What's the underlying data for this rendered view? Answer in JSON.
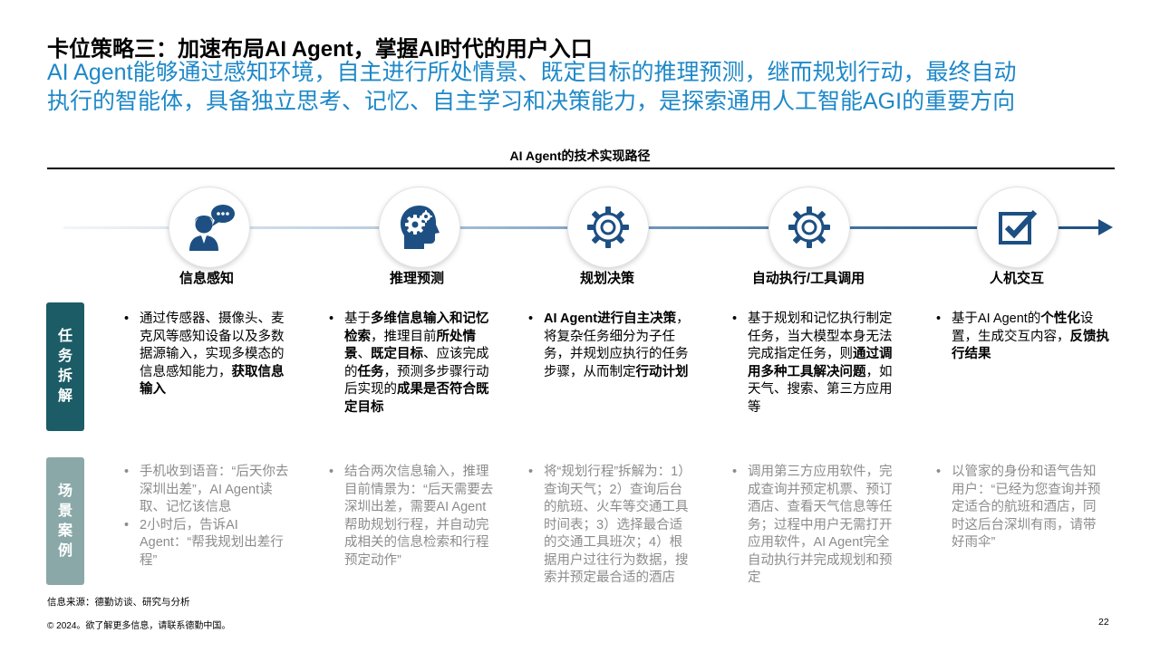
{
  "header": {
    "title": "卡位策略三：加速布局AI Agent，掌握AI时代的用户入口",
    "subtitle_lines": [
      "AI Agent能够通过感知环境，自主进行所处情景、既定目标的推理预测，继而规划行动，最终自动",
      "执行的智能体，具备独立思考、记忆、自主学习和决策能力，是探索通用人工智能AGI的重要方向"
    ]
  },
  "diagram": {
    "title": "AI Agent的技术实现路径",
    "steps": [
      {
        "label": "信息感知",
        "icon": "person-speech-bubble-icon"
      },
      {
        "label": "推理预测",
        "icon": "head-gears-icon"
      },
      {
        "label": "规划决策",
        "icon": "gear-icon"
      },
      {
        "label": "自动执行/工具调用",
        "icon": "gear-icon"
      },
      {
        "label": "人机交互",
        "icon": "checkbox-icon"
      }
    ]
  },
  "rows": {
    "task": {
      "label": [
        "任",
        "务",
        "拆",
        "解"
      ]
    },
    "case": {
      "label": [
        "场",
        "景",
        "案",
        "例"
      ]
    }
  },
  "tasks": [
    {
      "items": [
        [
          {
            "t": "通过传感器、摄像头、麦克风等感知设备以及多数据源输入，实现多模态的信息感知能力，"
          },
          {
            "t": "获取信息输入",
            "b": true
          }
        ]
      ]
    },
    {
      "items": [
        [
          {
            "t": "基于"
          },
          {
            "t": "多维信息输入和记忆检索",
            "b": true
          },
          {
            "t": "，推理目前"
          },
          {
            "t": "所处情景",
            "b": true
          },
          {
            "t": "、"
          },
          {
            "t": "既定目标",
            "b": true
          },
          {
            "t": "、应该完成的"
          },
          {
            "t": "任务",
            "b": true
          },
          {
            "t": "，预测多步骤行动后实现的"
          },
          {
            "t": "成果是否符合既定目标",
            "b": true
          }
        ]
      ]
    },
    {
      "items": [
        [
          {
            "t": "AI Agent进行自主决策",
            "b": true
          },
          {
            "t": "，将复杂任务细分为子任务，并规划应执行的任务步骤，从而制定"
          },
          {
            "t": "行动计划",
            "b": true
          }
        ]
      ]
    },
    {
      "items": [
        [
          {
            "t": "基于规划和记忆执行制定任务，当大模型本身无法完成指定任务，则"
          },
          {
            "t": "通过调用多种工具解决问题",
            "b": true
          },
          {
            "t": "，如天气、搜索、第三方应用等"
          }
        ]
      ]
    },
    {
      "items": [
        [
          {
            "t": "基于AI Agent的"
          },
          {
            "t": "个性化",
            "b": true
          },
          {
            "t": "设置，生成交互内容，"
          },
          {
            "t": "反馈执行结果",
            "b": true
          }
        ]
      ]
    }
  ],
  "cases": [
    {
      "items": [
        [
          {
            "t": "手机收到语音：“后天你去深圳出差”，AI Agent读取、记忆该信息"
          }
        ],
        [
          {
            "t": "2小时后，告诉AI Agent：“帮我规划出差行程”"
          }
        ]
      ]
    },
    {
      "items": [
        [
          {
            "t": "结合两次信息输入，推理目前情景为：“后天需要去深圳出差，需要AI Agent帮助规划行程，并自动完成相关的信息检索和行程预定动作”"
          }
        ]
      ]
    },
    {
      "items": [
        [
          {
            "t": "将“规划行程”拆解为：1）查询天气；2）查询后台的航班、火车等交通工具时间表；3）选择最合适的交通工具班次；4）根据用户过往行为数据，搜索并预定最合适的酒店"
          }
        ]
      ]
    },
    {
      "items": [
        [
          {
            "t": "调用第三方应用软件，完成查询并预定机票、预订酒店、查看天气信息等任务；过程中用户无需打开应用软件，AI Agent完全自动执行并完成规划和预定"
          }
        ]
      ]
    },
    {
      "items": [
        [
          {
            "t": "以管家的身份和语气告知用户：“已经为您查询并预定适合的航班和酒店，同时这后台深圳有雨，请带好雨伞”"
          }
        ]
      ]
    }
  ],
  "footer": {
    "source": "信息来源：德勤访谈、研究与分析",
    "copyright": "© 2024。欲了解更多信息，请联系德勤中国。",
    "page_number": "22"
  },
  "colors": {
    "subtitle_blue": "#1e88c8",
    "task_label_bg": "#1b5c66",
    "case_label_bg": "#8aa8a8",
    "icon_navy": "#1d4f82"
  }
}
